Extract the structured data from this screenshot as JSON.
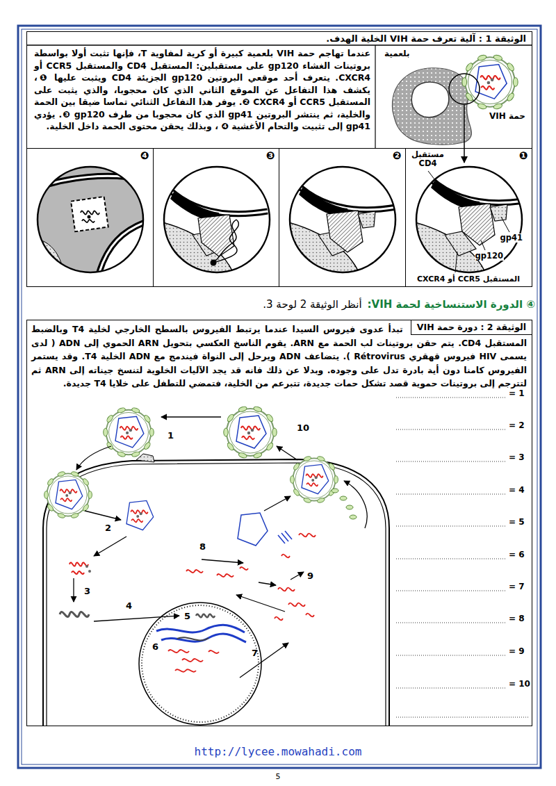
{
  "diagram": {
    "nodes": [
      {
        "text": [
          "الوثيقة 1 : آلية تعرف حمة VIH الخلية الهدف.",
          "عندما تهاجم حمة VIH بلعمية كبيرة أو كرية لمفاوية T، فإنها تثبت أولا بواسطة بروتينات الغشاء gp120 على مستقبلين: المستقبل CD4 والمستقبل CCR5 أو CXCR4. يتعرف أحد موقعي البروتين gp120 الجزيئة CD4 ويثبت عليها ❶، يكشف هذا التفاعل عن الموقع الثاني الذي كان محجوبا، والذي يثبت على المستقبل CCR5 أو CXCR4 ❷. يوفر هذا التفاعل الثنائي تماسا ضيقا بين الحمة والخلية، ثم ينتشر البروتين gp41 الذي كان محجوبا من طرف gp120 ❸. يؤدي gp41 إلى تثبيت والتحام الأغشية ❹ ، وبذلك يحقن محتوى الحمة داخل الخلية."
        ]
      },
      {
        "text": [
          "❶",
          "مستقبل CD4",
          "gp41",
          "gp120",
          "المستقبل CCR5 أو CXCR4"
        ],
        "in": 0
      },
      {
        "text": [
          "❷"
        ],
        "in": 0
      },
      {
        "text": [
          "❸"
        ],
        "in": 0
      },
      {
        "text": [
          "❹"
        ],
        "in": 0
      },
      {
        "text": [
          "الوثيقة 2 : دورة حمة VIH",
          "تبدأ عدوى فيروس السيدا عندما يرتبط الفيروس بالسطح الخارجي لخلية T4 وبالضبط المستقبل CD4. يتم حقن بروتينات لب الحمة مع ARN. يقوم الناسخ العكسي بتحويل ARN الحموي إلى ADN ( لدى يسمى HIV فيروس قهقري Rétrovirus ). يتضاعف ADN ويرحل إلى النواة فيندمج مع ADN الخلية T4. وقد يستمر الفيروس كامنا دون أية بادرة تدل على وجوده. وبدلا عن ذلك فانه قد يجد الآليات الخلوية لتنسخ جيناته إلى ARN ثم لتترجم إلى بروتينات حموية قصد تشكل حمات جديدة، تتبرعم من الخلية، فتمضي للتطفل على خلايا T4 جديدة."
        ]
      }
    ],
    "labels": [
      "بلعمية",
      "حمة VIH",
      "④ الدورة الاستنساخية لحمة VIH:",
      "أنظر الوثيقة 2 لوحة 3.",
      "1",
      "2",
      "3",
      "4",
      "5",
      "6",
      "7",
      "8",
      "9",
      "10",
      "= 1",
      "= 2",
      "= 3",
      "= 4",
      "= 5",
      "= 6",
      "= 7",
      "= 8",
      "= 9",
      "= 10",
      "http://lycee.mowahadi.com",
      "5"
    ]
  }
}
